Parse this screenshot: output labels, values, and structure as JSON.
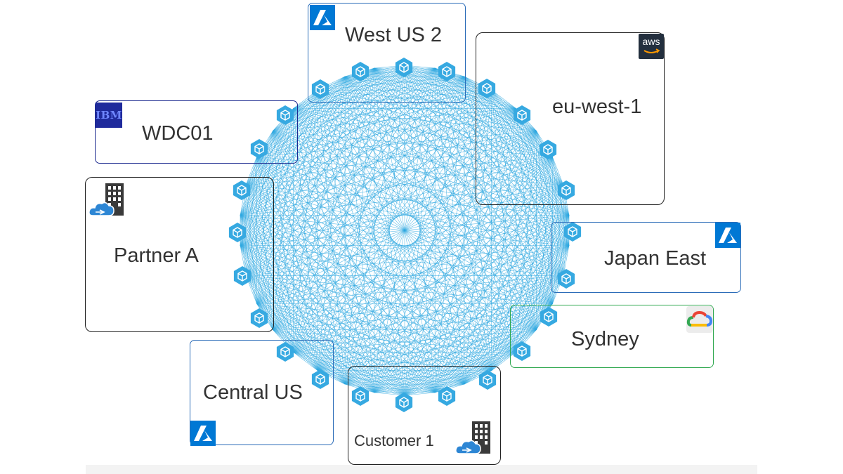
{
  "diagram": {
    "mesh_color": "#2fa8e0",
    "node_color": "#36a9e1",
    "regions": [
      {
        "id": "west-us-2",
        "label": "West US 2",
        "provider": "Azure",
        "logo_icon": "azure-icon",
        "border": "#2b6cb8"
      },
      {
        "id": "eu-west-1",
        "label": "eu-west-1",
        "provider": "AWS",
        "logo_icon": "aws-icon",
        "logo_text": "aws",
        "border": "#222222"
      },
      {
        "id": "wdc01",
        "label": "WDC01",
        "provider": "IBM",
        "logo_icon": "ibm-icon",
        "logo_text": "IBM",
        "border": "#1c2a8f"
      },
      {
        "id": "partner-a",
        "label": "Partner A",
        "provider": "On-premises",
        "logo_icon": "building-cloud-icon",
        "border": "#222222"
      },
      {
        "id": "japan-east",
        "label": "Japan East",
        "provider": "Azure",
        "logo_icon": "azure-icon",
        "border": "#2b6cb8"
      },
      {
        "id": "sydney",
        "label": "Sydney",
        "provider": "Google Cloud",
        "logo_icon": "google-cloud-icon",
        "border": "#2fa84f"
      },
      {
        "id": "central-us",
        "label": "Central US",
        "provider": "Azure",
        "logo_icon": "azure-icon",
        "border": "#2b6cb8"
      },
      {
        "id": "customer-1",
        "label": "Customer 1",
        "provider": "On-premises",
        "logo_icon": "building-cloud-icon",
        "border": "#222222"
      }
    ]
  }
}
